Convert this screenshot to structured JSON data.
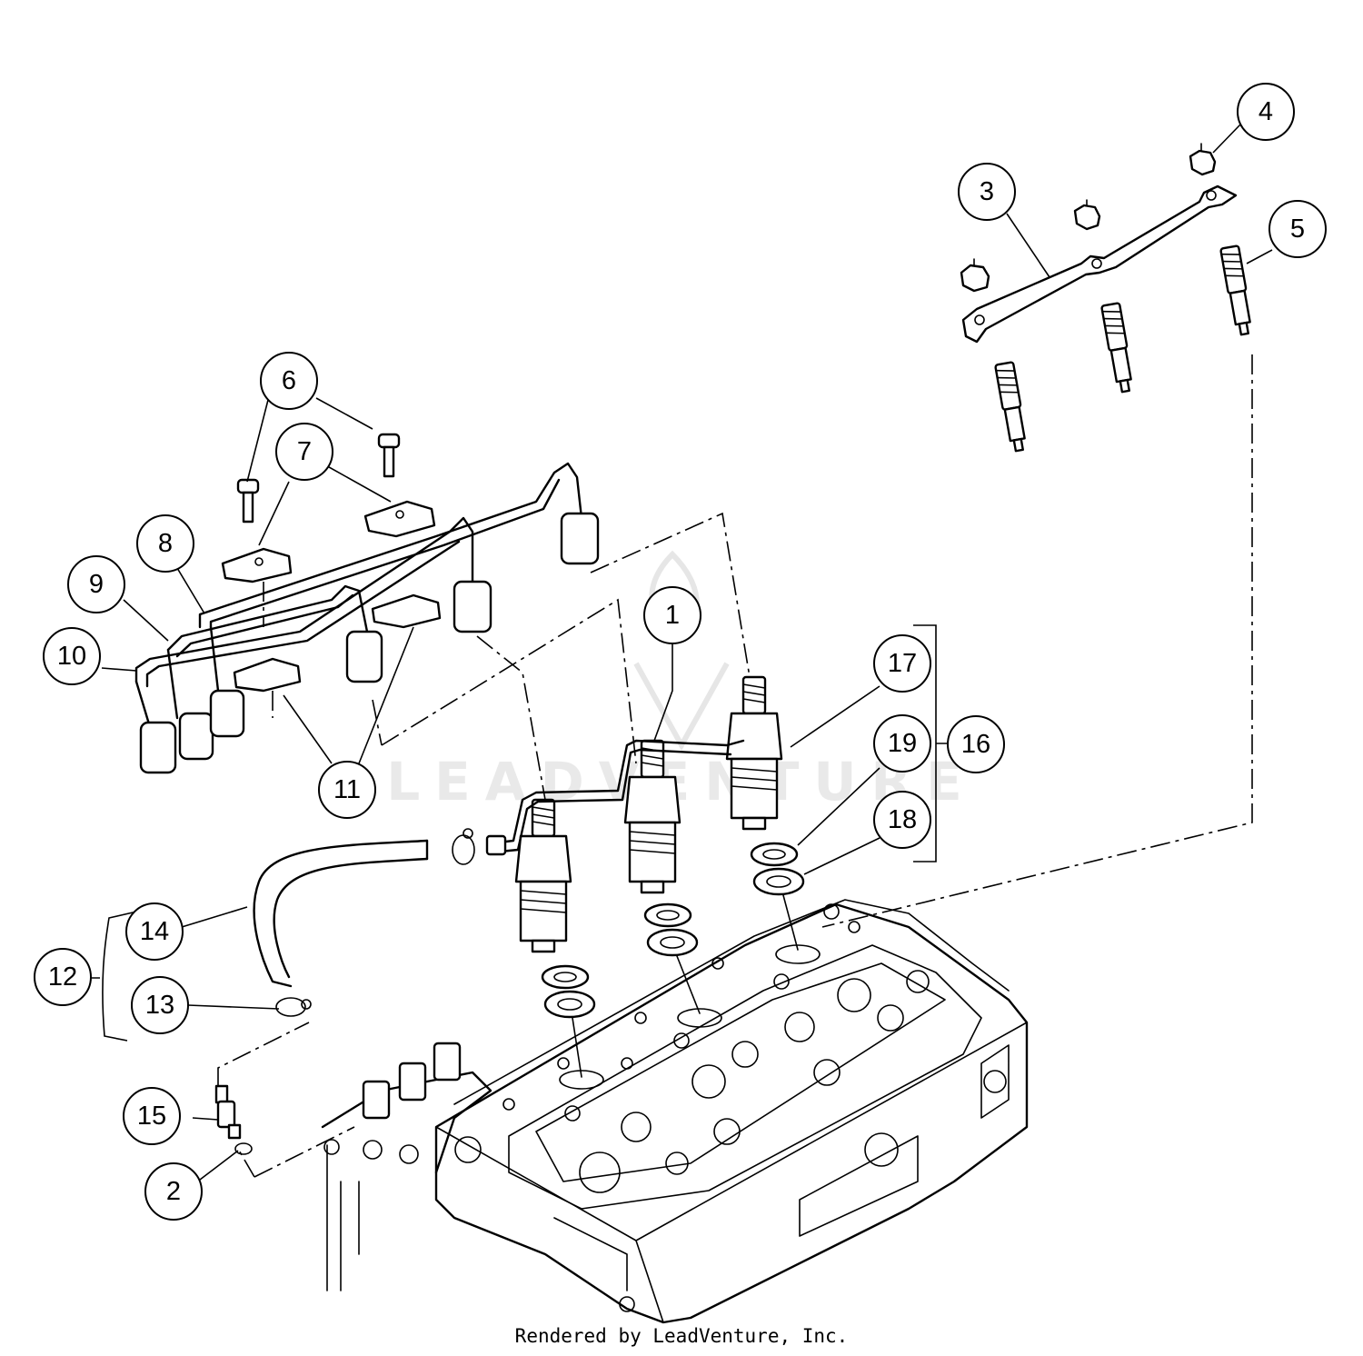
{
  "watermark": "LEADVENTURE",
  "footer": "Rendered by LeadVenture, Inc.",
  "callouts": [
    {
      "id": "1",
      "label": "1"
    },
    {
      "id": "2",
      "label": "2"
    },
    {
      "id": "3",
      "label": "3"
    },
    {
      "id": "4",
      "label": "4"
    },
    {
      "id": "5",
      "label": "5"
    },
    {
      "id": "6",
      "label": "6"
    },
    {
      "id": "7",
      "label": "7"
    },
    {
      "id": "8",
      "label": "8"
    },
    {
      "id": "9",
      "label": "9"
    },
    {
      "id": "10",
      "label": "10"
    },
    {
      "id": "11",
      "label": "11"
    },
    {
      "id": "12",
      "label": "12"
    },
    {
      "id": "13",
      "label": "13"
    },
    {
      "id": "14",
      "label": "14"
    },
    {
      "id": "15",
      "label": "15"
    },
    {
      "id": "16",
      "label": "16"
    },
    {
      "id": "17",
      "label": "17"
    },
    {
      "id": "18",
      "label": "18"
    },
    {
      "id": "19",
      "label": "19"
    }
  ]
}
